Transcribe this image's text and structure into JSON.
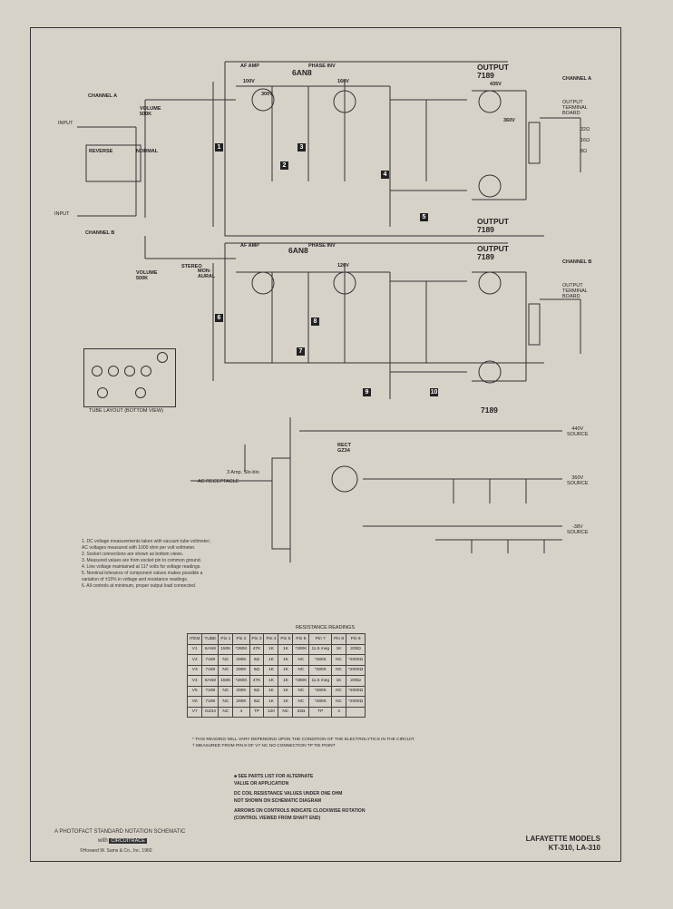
{
  "labels": {
    "channel_a": "CHANNEL A",
    "channel_b": "CHANNEL B",
    "input_a": "INPUT",
    "input_b": "INPUT",
    "reverse": "REVERSE",
    "normal": "NORMAL",
    "volume_a": "VOLUME\n500K",
    "volume_b": "VOLUME\n500K",
    "stereo": "STEREO",
    "monaural": "MON-\nAURAL",
    "af_amp_a": "AF AMP",
    "phase_inv_a": "PHASE INV",
    "v1_tube": "6AN8",
    "af_amp_b": "AF AMP",
    "phase_inv_b": "PHASE INV",
    "v4_tube": "6AN8",
    "output_v2": "OUTPUT\n7189",
    "output_v3": "OUTPUT\n7189",
    "output_v5": "OUTPUT\n7189",
    "output_v6": "7189",
    "rect": "RECT\nGZ34",
    "terminal_a": "OUTPUT\nTERMINAL\nBOARD",
    "terminal_b": "OUTPUT\nTERMINAL\nBOARD",
    "tap_16": "16Ω",
    "tap_8": "8Ω",
    "tap_32": "32Ω",
    "tube_layout": "TUBE LAYOUT (BOTTOM VIEW)",
    "source_440": "440V\nSOURCE",
    "source_360": "360V\nSOURCE",
    "source_38": "-38V\nSOURCE",
    "ac_receptacle": "AC RECEPTACLE",
    "fuse": "3 Amp. Slo-blo",
    "v_435": "435V",
    "v_360": "360V",
    "v_300": "300V",
    "v_100": "100V",
    "v_160": "160V",
    "v_120": "120V"
  },
  "numbered_callouts": [
    "1",
    "2",
    "3",
    "4",
    "5",
    "6",
    "7",
    "8",
    "9",
    "10"
  ],
  "notes": [
    "1.  DC voltage measurements taken with vacuum tube voltmeter;",
    "     AC voltages measured with 1000 ohm per volt voltmeter.",
    "2.  Socket connections are shown as bottom views.",
    "3.  Measured values are from socket pin to common ground.",
    "4.  Line voltage maintained at 117 volts for voltage readings.",
    "5.  Nominal tolerance of component values makes possible a",
    "     variation of ±15% in voltage and resistance readings.",
    "6.  All controls at minimum, proper output load connected."
  ],
  "resistance": {
    "title": "RESISTANCE READINGS",
    "headers": [
      "ITEM",
      "TUBE",
      "Pin 1",
      "Pin 2",
      "Pin 3",
      "Pin 4",
      "Pin 5",
      "Pin 6",
      "Pin 7",
      "Pin 8",
      "Pin 9"
    ],
    "rows": [
      [
        "V1",
        "6AN8",
        "150K",
        "*280K",
        "47K",
        "1K",
        "1K",
        "*280K",
        "11.5 meg",
        "1K",
        "200Ω"
      ],
      [
        "V2",
        "7189",
        "NC",
        "290K",
        "6Ω",
        "1K",
        "1K",
        "NC",
        "*280K",
        "NC",
        "*2000Ω"
      ],
      [
        "V3",
        "7189",
        "NC",
        "290K",
        "6Ω",
        "1K",
        "1K",
        "NC",
        "*280K",
        "NC",
        "*2000Ω"
      ],
      [
        "V4",
        "6AN8",
        "150K",
        "*280K",
        "47K",
        "1K",
        "1K",
        "*280K",
        "11.5 meg",
        "1K",
        "200Ω"
      ],
      [
        "V5",
        "7189",
        "NC",
        "290K",
        "6Ω",
        "1K",
        "1K",
        "NC",
        "*280K",
        "NC",
        "*2000Ω"
      ],
      [
        "V6",
        "7189",
        "NC",
        "290K",
        "6Ω",
        "1K",
        "1K",
        "NC",
        "*280K",
        "NC",
        "*2000Ω"
      ],
      [
        "V7",
        "GZ34",
        "NC",
        "4",
        "TP",
        "120",
        "NC",
        "33Ω",
        "TP",
        "4",
        ""
      ]
    ],
    "footnotes": [
      "*  THIS READING WILL VARY DEPENDING UPON THE CONDITION OF THE ELECTROLYTICS IN THE CIRCUIT.",
      "†  MEASURED FROM PIN 8 OF V7          NC  NO CONNECTION          TP  TIE POINT"
    ]
  },
  "legend": [
    "■  SEE PARTS LIST FOR ALTERNATE",
    "    VALUE OR APPLICATION",
    "DC COIL RESISTANCE VALUES UNDER ONE OHM",
    "NOT SHOWN ON SCHEMATIC DIAGRAM",
    "ARROWS ON CONTROLS INDICATE CLOCKWISE ROTATION",
    "(CONTROL VIEWED FROM SHAFT END)"
  ],
  "footer": {
    "photofact": "A PHOTOFACT STANDARD NOTATION SCHEMATIC",
    "with": "with",
    "circuitrace": "CIRCUITRACE",
    "copyright": "©Howard W. Sams & Co., Inc. 1960",
    "model_line1": "LAFAYETTE MODELS",
    "model_line2": "KT-310, LA-310"
  },
  "colors": {
    "paper": "#d7d2c8",
    "ink": "#2a2a2a"
  }
}
